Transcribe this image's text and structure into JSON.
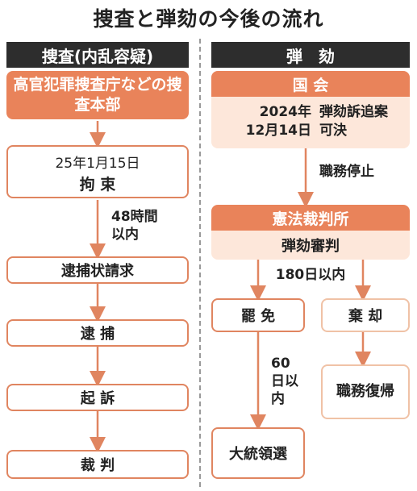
{
  "title": "捜査と弾劾の今後の流れ",
  "left_header": "捜査(内乱容疑)",
  "right_header": "弾　劾",
  "left": {
    "investigator": "高官犯罪捜査庁などの捜査本部",
    "detain_date": "25年1月15日",
    "detain": "拘 束",
    "within48": "48時間以内",
    "warrant": "逮捕状請求",
    "arrest": "逮 捕",
    "indict": "起 訴",
    "trial": "裁 判"
  },
  "right": {
    "assembly": "国 会",
    "date_line1": "2024年",
    "date_line2": "12月14日",
    "motion": "弾劾訴追案",
    "passed": "可決",
    "suspension": "職務停止",
    "court": "憲法裁判所",
    "court_trial": "弾劾審判",
    "days180": "180日以内",
    "removal": "罷 免",
    "dismissal": "棄 却",
    "days60": "60日以内",
    "election": "大統領選",
    "reinstatement": "職務復帰"
  },
  "colors": {
    "accent": "#e9835a",
    "accent_border": "#e08560",
    "pale": "#fde7da",
    "pale_border": "#f0c2a6",
    "header_bg": "#2d2d2d"
  }
}
